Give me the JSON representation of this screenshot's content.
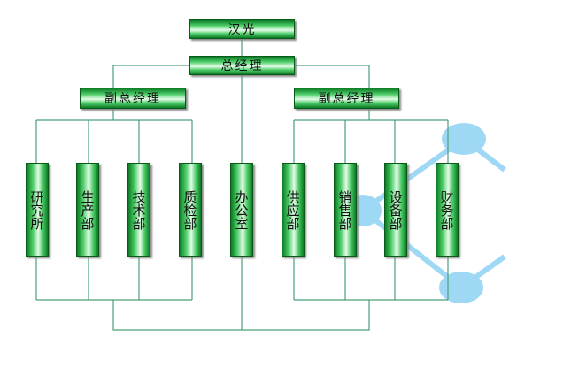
{
  "top": "汉光",
  "gm": "总经理",
  "vp_left": "副总经理",
  "vp_right": "副总经理",
  "departments": [
    "研究所",
    "生产部",
    "技术部",
    "质检部",
    "办公室",
    "供应部",
    "销售部",
    "设备部",
    "财务部"
  ]
}
